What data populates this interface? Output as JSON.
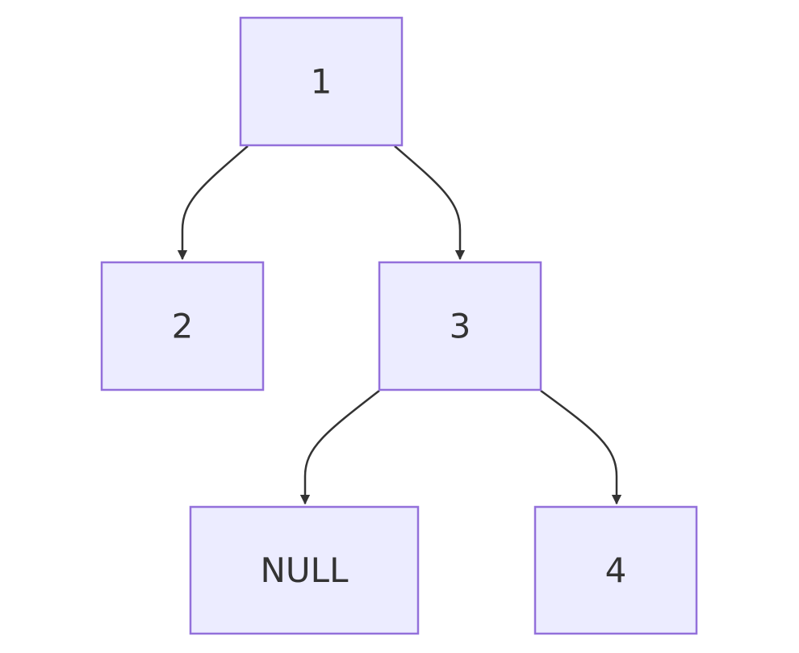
{
  "colors": {
    "node_fill": "#ececff",
    "node_stroke": "#9370db",
    "text": "#333333",
    "edge": "#333333"
  },
  "nodes": [
    {
      "id": "n1",
      "label": "1"
    },
    {
      "id": "n2",
      "label": "2"
    },
    {
      "id": "n3",
      "label": "3"
    },
    {
      "id": "nnull",
      "label": "NULL"
    },
    {
      "id": "n4",
      "label": "4"
    }
  ],
  "edges": [
    {
      "from": "n1",
      "to": "n2"
    },
    {
      "from": "n1",
      "to": "n3"
    },
    {
      "from": "n3",
      "to": "nnull"
    },
    {
      "from": "n3",
      "to": "n4"
    }
  ]
}
